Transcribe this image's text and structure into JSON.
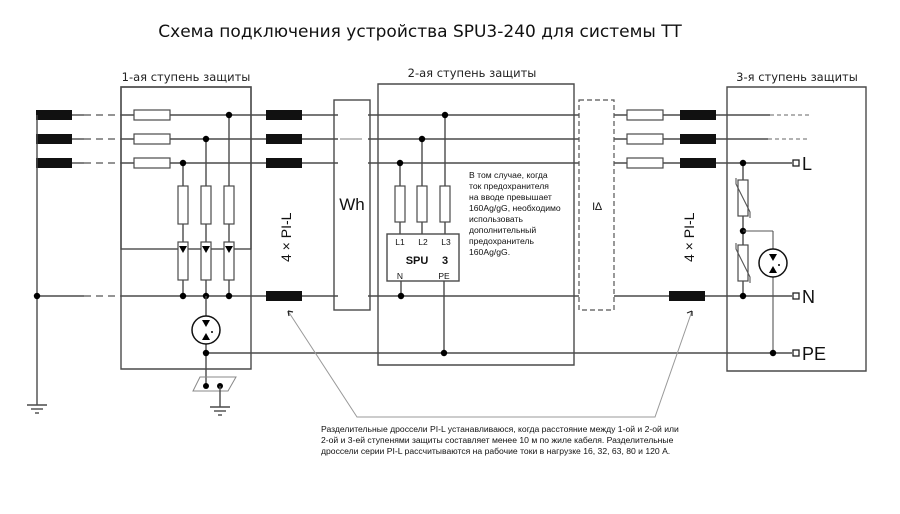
{
  "title": "Схема подключения устройства SPU3-240 для системы TT",
  "stages": {
    "stage1": "1-ая ступень защиты",
    "stage2": "2-ая ступень защиты",
    "stage3": "3-я ступень защиты"
  },
  "chokes": {
    "left_label": "4 × PI-L",
    "right_label": "4 × PI-L"
  },
  "meter": {
    "label": "Wh"
  },
  "spu": {
    "name": "SPU",
    "number": "3",
    "pins": {
      "l1": "L1",
      "l2": "L2",
      "l3": "L3",
      "n": "N",
      "pe": "PE"
    }
  },
  "fuse_note": [
    "В том случае, когда",
    "ток предохранителя",
    "на вводе превышает",
    "160Ag/gG, необходимо",
    "использовать",
    "дополнительный",
    "предохранитель",
    "160Ag/gG."
  ],
  "rcd": {
    "symbol": "I∆"
  },
  "terminals": {
    "l": "L",
    "n": "N",
    "pe": "PE"
  },
  "footnote": [
    "Разделительные дроссели PI-L устанавливаюся, когда расстояние между 1-ой и 2-ой или",
    "2-ой и 3-ей ступенями защиты составляет менее 10 м по жиле кабеля. Разделительные",
    "дроссели серии PI-L рассчитываются на рабочие токи в нагрузке 16, 32, 63, 80 и 120 А."
  ]
}
